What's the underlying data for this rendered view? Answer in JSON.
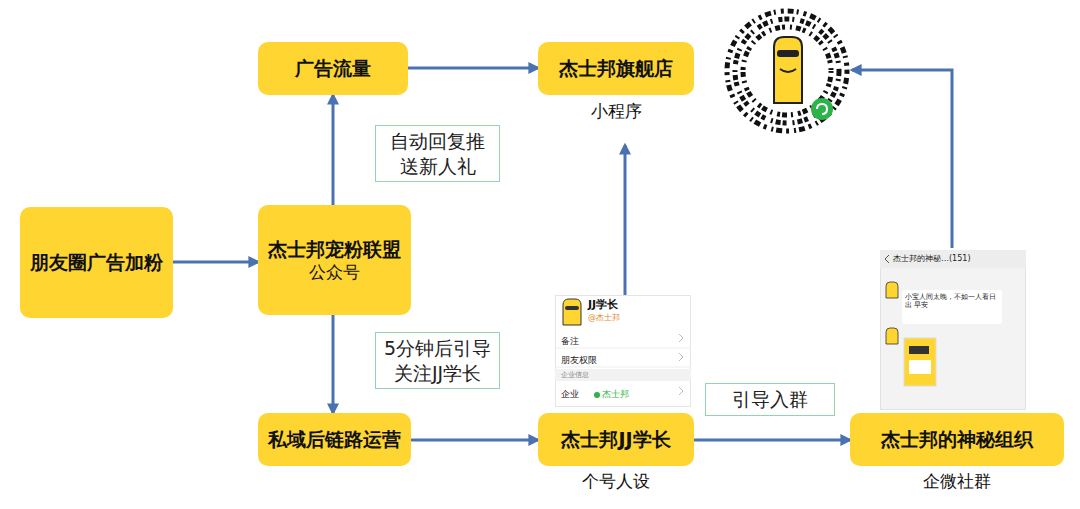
{
  "diagram": {
    "nodes": [
      {
        "text": [
          "广告流量"
        ]
      },
      {
        "text": [
          "杰士邦旗舰店",
          "小程序"
        ]
      },
      {
        "text": [
          "朋友圈广告加粉"
        ]
      },
      {
        "text": [
          "杰士邦宠粉联盟",
          "公众号"
        ]
      },
      {
        "text": [
          "私域后链路运营"
        ]
      },
      {
        "text": [
          "杰士邦JJ学长",
          "个号人设"
        ]
      },
      {
        "text": [
          "杰士邦的神秘组织",
          "企微社群"
        ]
      }
    ],
    "edges": [
      {
        "from": 2,
        "to": 3,
        "arrow": "to"
      },
      {
        "from": 3,
        "to": 0,
        "label": "自动回复推送新人礼",
        "arrow": "to"
      },
      {
        "from": 0,
        "to": 1,
        "arrow": "to"
      },
      {
        "from": 3,
        "to": 4,
        "label": "5分钟后引导关注JJ学长",
        "arrow": "to"
      },
      {
        "from": 4,
        "to": 5,
        "arrow": "to"
      },
      {
        "from": 5,
        "to": 1,
        "arrow": "to"
      },
      {
        "from": 5,
        "to": 6,
        "label": "引导入群",
        "arrow": "to"
      },
      {
        "from": 6,
        "to": 1,
        "arrow": "to"
      }
    ],
    "labels": [
      "JJ学长",
      "@杰士邦",
      "备注",
      "朋友权限",
      "企业信息",
      "企业",
      "杰士邦",
      "杰士邦的神秘…(151)",
      "小宝人间太晚，不如一人看日出 早安"
    ]
  }
}
